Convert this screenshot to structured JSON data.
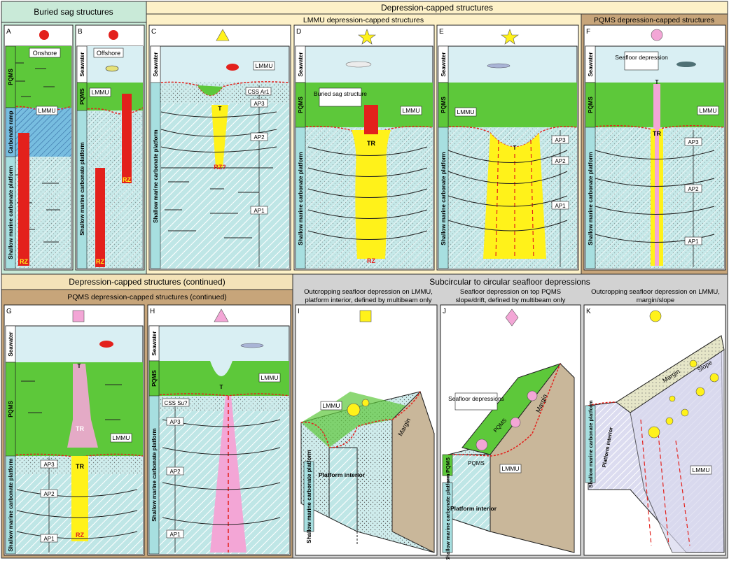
{
  "colors": {
    "buried_header": "#c9ead8",
    "depression_header": "#fdf1c8",
    "pqms_header": "#c7a57a",
    "continued_header": "#f3e2b8",
    "circular_header": "#d2d2d2",
    "seawater": "#d9eff3",
    "pqms_green": "#5dc83a",
    "platform": "#bfe6e6",
    "stipple": "#a8d8d8",
    "ramp": "#77bde0",
    "red": "#e3211c",
    "yellow": "#fff21a",
    "pink": "#f3a6d6",
    "rock": "#c9b79a",
    "slope": "#d8d8ee"
  },
  "headers": {
    "buried": "Buried sag structures",
    "depression": "Depression-capped structures",
    "lmmu_sub": "LMMU depression-capped structures",
    "pqms_sub": "PQMS depression-capped structures",
    "continued": "Depression-capped structures (continued)",
    "pqms_continued": "PQMS depression-capped structures (continued)",
    "circular": "Subcircular to circular seafloor depressions"
  },
  "panels": {
    "A": {
      "letter": "A",
      "symbol": "circle-red",
      "setting": "Onshore",
      "labels": [
        "PQMS",
        "Carbonate ramp",
        "Shallow marine carbonate platform",
        "LMMU",
        "RZ"
      ]
    },
    "B": {
      "letter": "B",
      "symbol": "circle-red",
      "setting": "Offshore",
      "labels": [
        "Seawater",
        "PQMS",
        "Shallow marine carbonate platform",
        "LMMU",
        "RZ",
        "RZ"
      ]
    },
    "C": {
      "letter": "C",
      "symbol": "triangle-yellow",
      "labels": [
        "Seawater",
        "Shallow marine carbonate platform",
        "LMMU",
        "CSS Ar1",
        "AP3",
        "AP2",
        "AP1",
        "RZ?",
        "T"
      ]
    },
    "D": {
      "letter": "D",
      "symbol": "star-yellow",
      "labels": [
        "Seawater",
        "PQMS",
        "Shallow marine carbonate platform",
        "Buried sag structure",
        "LMMU",
        "TR",
        "RZ"
      ]
    },
    "E": {
      "letter": "E",
      "symbol": "star-yellow",
      "labels": [
        "Seawater",
        "PQMS",
        "Shallow marine carbonate platform",
        "LMMU",
        "AP3",
        "AP2",
        "AP1",
        "T"
      ]
    },
    "F": {
      "letter": "F",
      "symbol": "circle-pink",
      "labels": [
        "Seawater",
        "PQMS",
        "Shallow marine carbonate platform",
        "Seafloor depression",
        "LMMU",
        "AP3",
        "AP2",
        "AP1",
        "TR",
        "T"
      ]
    },
    "G": {
      "letter": "G",
      "symbol": "square-pink",
      "labels": [
        "Seawater",
        "PQMS",
        "Shallow marine carbonate platform",
        "LMMU",
        "AP3",
        "AP2",
        "AP1",
        "TR",
        "RZ",
        "T"
      ]
    },
    "H": {
      "letter": "H",
      "symbol": "triangle-pink",
      "labels": [
        "Seawater",
        "PQMS",
        "Shallow marine carbonate platform",
        "LMMU",
        "CSS Su?",
        "AP3",
        "AP2",
        "AP1",
        "T"
      ]
    },
    "I": {
      "letter": "I",
      "symbol": "square-yellow",
      "caption": [
        "Outcropping seafloor depression on LMMU,",
        "platform interior, defined by multibeam only"
      ],
      "labels": [
        "LMMU",
        "Margin",
        "Shallow marine carbonate platform",
        "Platform interior"
      ]
    },
    "J": {
      "letter": "J",
      "symbol": "diamond-pink",
      "caption": [
        "Seafloor depression on top PQMS",
        "slope/drift, defined by multibeam only"
      ],
      "labels": [
        "Seafloor depressions",
        "PQMS",
        "PQMS",
        "PQMS",
        "Margin",
        "LMMU",
        "Shallow marine carbonate platform",
        "Platform interior"
      ]
    },
    "K": {
      "letter": "K",
      "symbol": "circle-yellow",
      "caption": [
        "Outcropping seafloor depression on LMMU,",
        "margin/slope"
      ],
      "labels": [
        "Margin",
        "Slope",
        "Shallow marine carbonate platform",
        "Platform interior",
        "LMMU"
      ]
    }
  }
}
